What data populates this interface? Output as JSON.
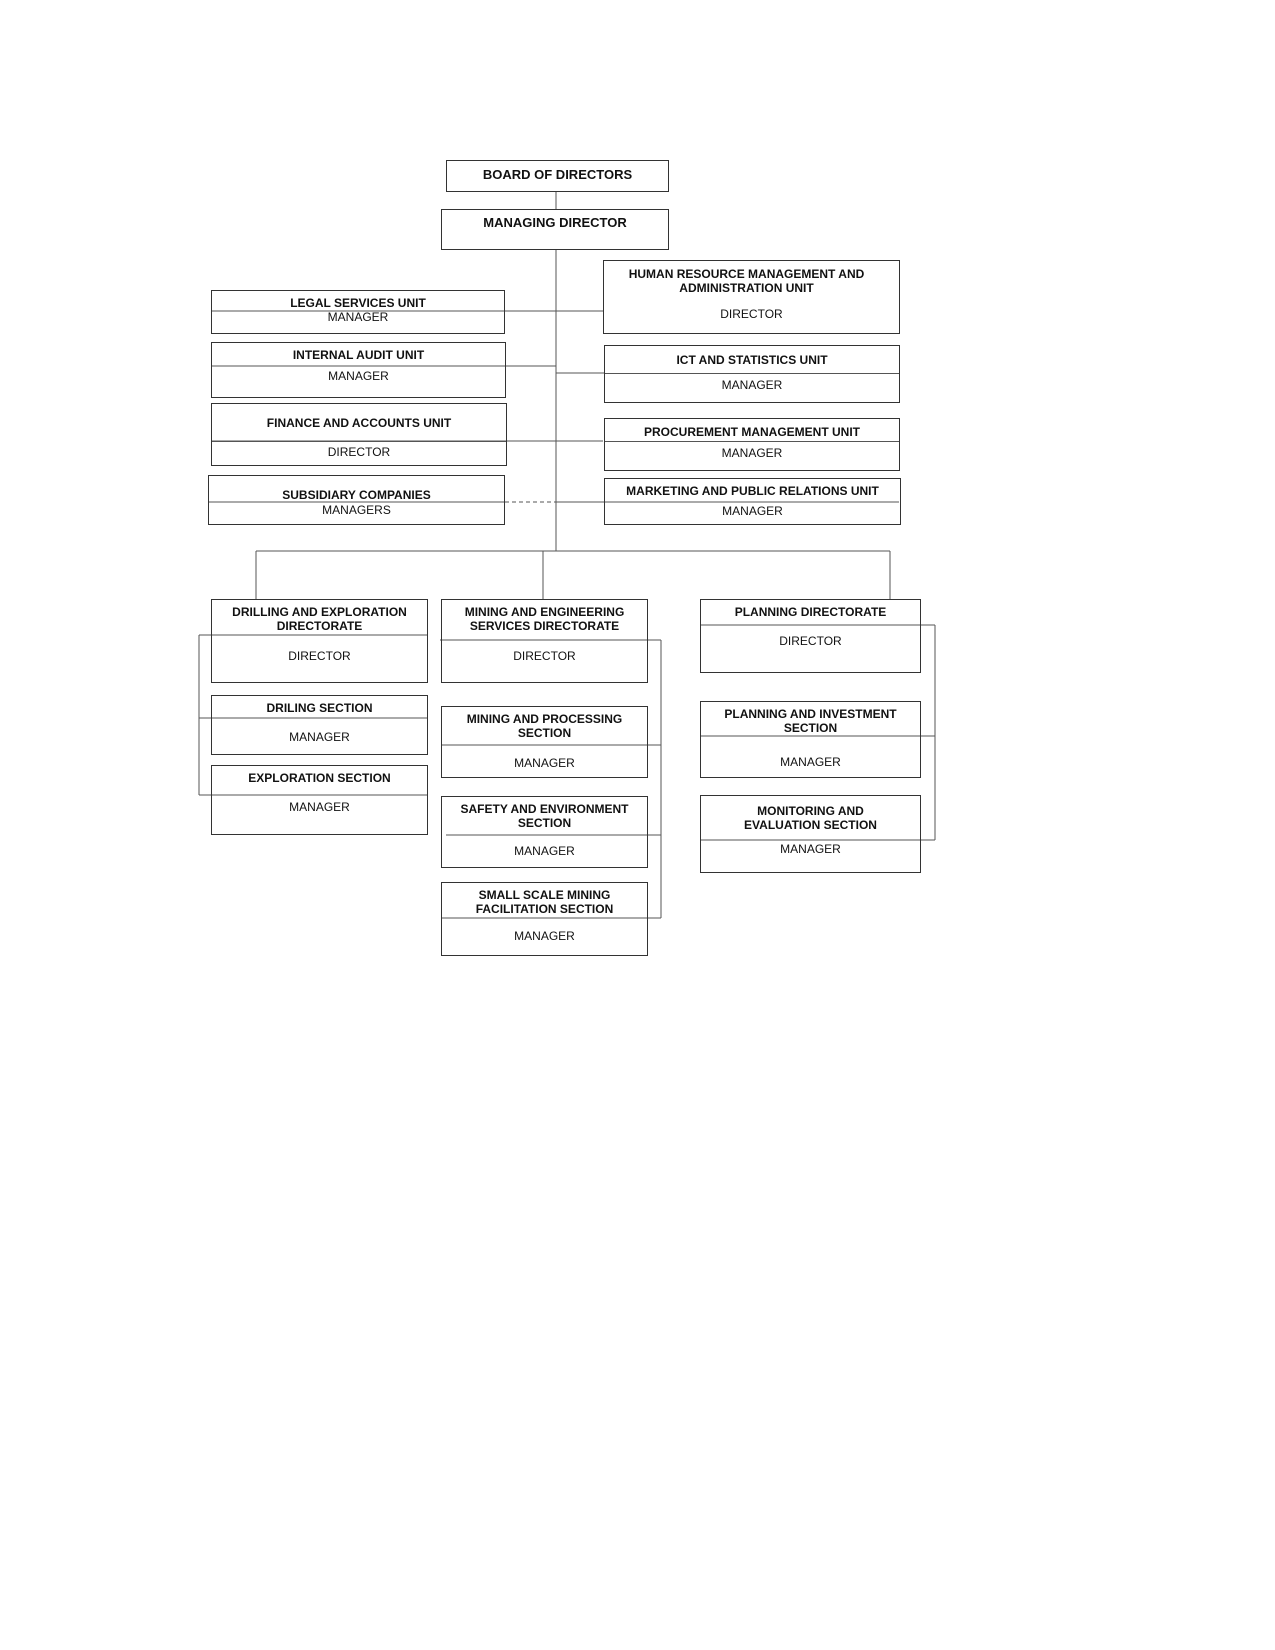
{
  "board": {
    "title": "BOARD OF DIRECTORS"
  },
  "md": {
    "title": "MANAGING DIRECTOR"
  },
  "left_units": [
    {
      "title": "LEGAL SERVICES UNIT",
      "role": "MANAGER"
    },
    {
      "title": "INTERNAL AUDIT UNIT",
      "role": "MANAGER"
    },
    {
      "title": "FINANCE AND ACCOUNTS UNIT",
      "role": "DIRECTOR"
    },
    {
      "title": "SUBSIDIARY COMPANIES",
      "role": "MANAGERS"
    }
  ],
  "right_units": [
    {
      "title": "HUMAN RESOURCE MANAGEMENT AND ADMINISTRATION UNIT",
      "role": "DIRECTOR"
    },
    {
      "title": "ICT AND STATISTICS UNIT",
      "role": "MANAGER"
    },
    {
      "title": "PROCUREMENT MANAGEMENT UNIT",
      "role": "MANAGER"
    },
    {
      "title": "MARKETING AND PUBLIC RELATIONS UNIT",
      "role": "MANAGER"
    }
  ],
  "directorates": [
    {
      "title": "DRILLING AND EXPLORATION DIRECTORATE",
      "role": "DIRECTOR",
      "sections": [
        {
          "title": "DRILING SECTION",
          "role": "MANAGER"
        },
        {
          "title": "EXPLORATION SECTION",
          "role": "MANAGER"
        }
      ]
    },
    {
      "title": "MINING AND ENGINEERING SERVICES DIRECTORATE",
      "role": "DIRECTOR",
      "sections": [
        {
          "title": "MINING AND PROCESSING SECTION",
          "role": "MANAGER"
        },
        {
          "title": "SAFETY AND ENVIRONMENT SECTION",
          "role": "MANAGER"
        },
        {
          "title": "SMALL SCALE MINING FACILITATION SECTION",
          "role": "MANAGER"
        }
      ]
    },
    {
      "title": "PLANNING DIRECTORATE",
      "role": "DIRECTOR",
      "sections": [
        {
          "title": "PLANNING AND INVESTMENT SECTION",
          "role": "MANAGER"
        },
        {
          "title": "MONITORING AND EVALUATION SECTION",
          "role": "MANAGER"
        }
      ]
    }
  ]
}
